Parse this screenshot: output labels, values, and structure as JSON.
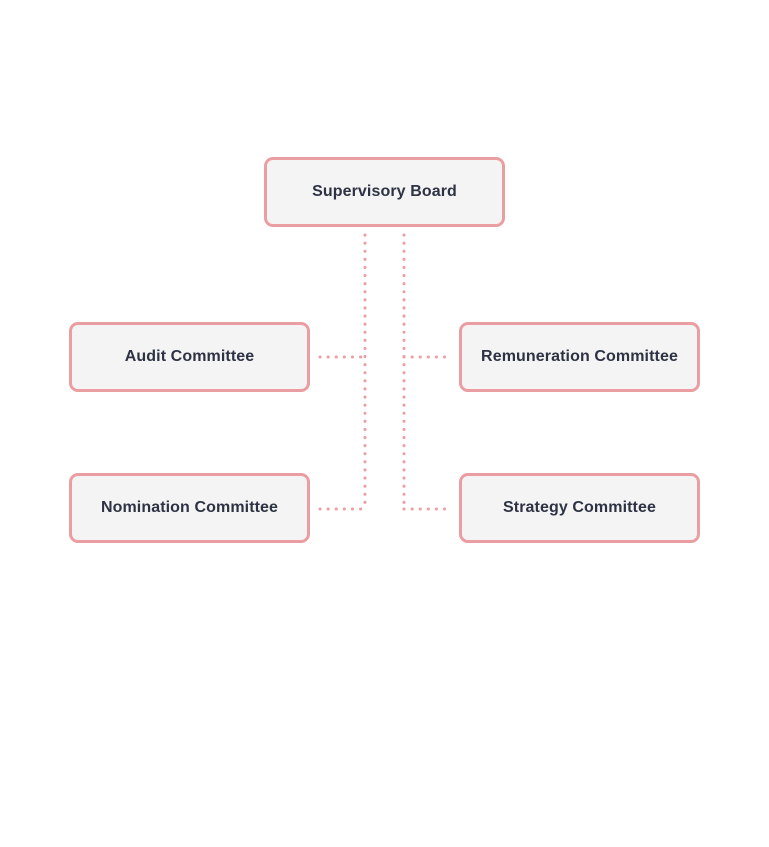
{
  "diagram": {
    "root": {
      "label": "Supervisory Board"
    },
    "committees": {
      "audit": {
        "label": "Audit Committee"
      },
      "remuneration": {
        "label": "Remuneration Committee"
      },
      "nomination": {
        "label": "Nomination Committee"
      },
      "strategy": {
        "label": "Strategy Committee"
      }
    },
    "colors": {
      "border": "#eb9ea1",
      "node_fill": "#f4f4f4",
      "connector": "#eb9ea1",
      "text": "#2d3343",
      "background": "#ffffff"
    }
  }
}
